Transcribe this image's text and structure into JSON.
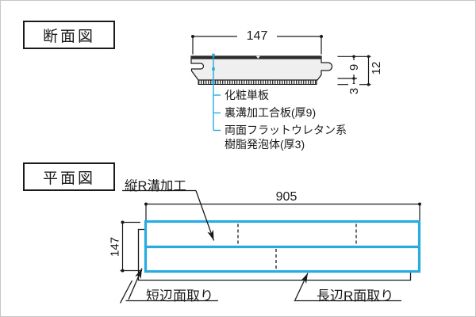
{
  "cross_section": {
    "title": "断面図",
    "dims": {
      "width": "147",
      "ply": "9",
      "total": "12",
      "foam": "3"
    },
    "labels": {
      "veneer": "化粧単板",
      "plywood": "裏溝加工合板(厚9)",
      "foam_line1": "両面フラットウレタン系",
      "foam_line2": "樹脂発泡体(厚3)"
    }
  },
  "plan": {
    "title": "平面図",
    "dims": {
      "length": "905",
      "width": "147"
    },
    "labels": {
      "groove": "縦R溝加工",
      "short_edge": "短辺面取り",
      "long_edge": "長辺R面取り"
    }
  },
  "colors": {
    "accent_cyan": "#29abe2",
    "ink": "#1a1a1a"
  }
}
